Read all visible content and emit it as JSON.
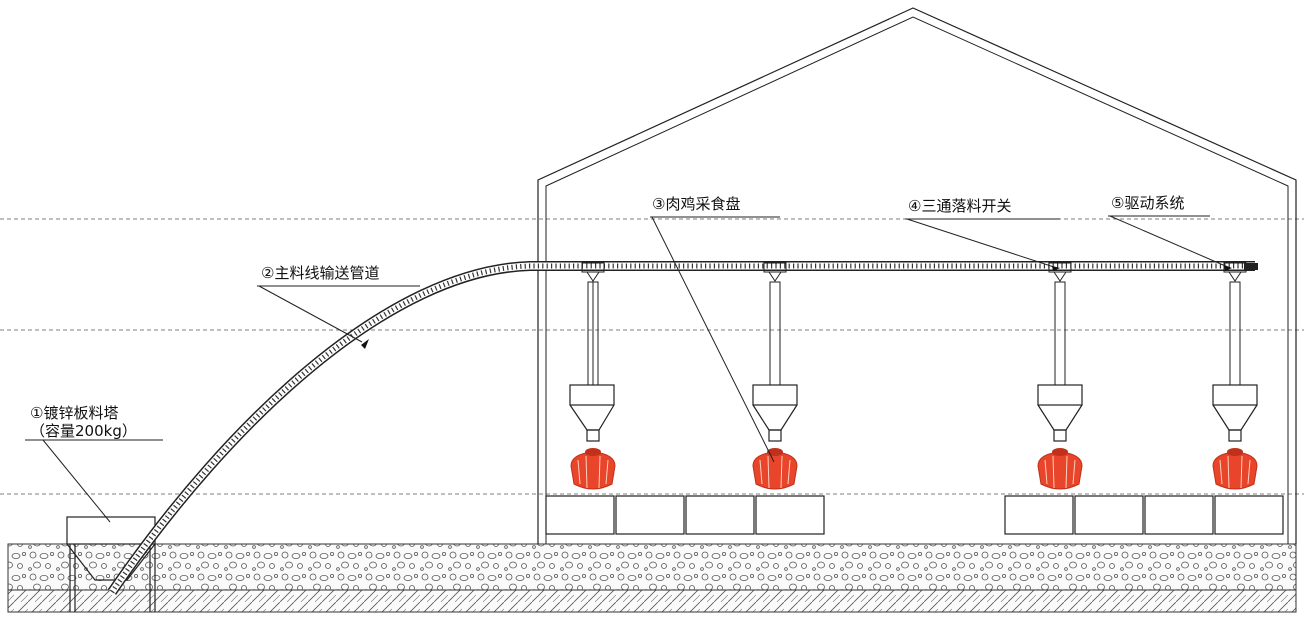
{
  "labels": {
    "silo": "①镀锌板料塔",
    "silo_capacity": "（容量200kg）",
    "main_pipe": "②主料线输送管道",
    "feeder_pan": "③肉鸡采食盘",
    "drop_switch": "④三通落料开关",
    "drive": "⑤驱动系统"
  },
  "colors": {
    "line": "#222222",
    "pan": "#e8452a",
    "pan_dark": "#c0301a",
    "ground_fill": "#f3f3f3"
  }
}
